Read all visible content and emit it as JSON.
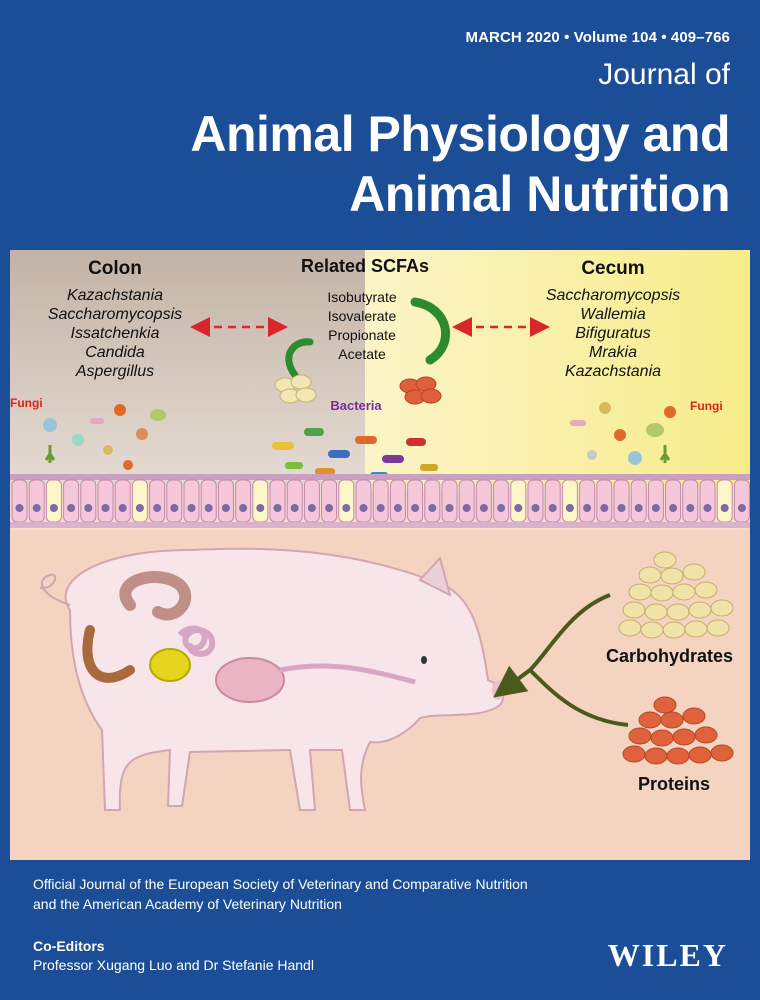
{
  "issue": "MARCH 2020 • Volume 104 • 409–766",
  "journal": {
    "prefix": "Journal of",
    "title_line1": "Animal Physiology and",
    "title_line2": "Animal Nutrition"
  },
  "figure": {
    "colon": {
      "heading": "Colon",
      "genera": [
        "Kazachstania",
        "Saccharomycopsis",
        "Issatchenkia",
        "Candida",
        "Aspergillus"
      ]
    },
    "scfa": {
      "heading": "Related SCFAs",
      "items": [
        "Isobutyrate",
        "Isovalerate",
        "Propionate",
        "Acetate"
      ]
    },
    "cecum": {
      "heading": "Cecum",
      "genera": [
        "Saccharomycopsis",
        "Wallemia",
        "Bifiguratus",
        "Mrakia",
        "Kazachstania"
      ]
    },
    "fungi_left": "Fungi",
    "fungi_right": "Fungi",
    "bacteria": "Bacteria",
    "carbohydrates": "Carbohydrates",
    "proteins": "Proteins",
    "colors": {
      "fungi_label": "#e0201b",
      "bacteria_label": "#7a2a9a",
      "arrow_dashed": "#d8262a",
      "arrow_green": "#2e8a2e",
      "feed_arrow": "#4a5a1c"
    }
  },
  "affiliation_line1": "Official Journal of the European Society of Veterinary and Comparative Nutrition",
  "affiliation_line2": "and the American Academy of Veterinary Nutrition",
  "coeditors_label": "Co-Editors",
  "coeditors_names": "Professor Xugang Luo and Dr Stefanie Handl",
  "publisher": "WILEY",
  "brand_colors": {
    "background": "#1b4e97",
    "text": "#ffffff"
  }
}
